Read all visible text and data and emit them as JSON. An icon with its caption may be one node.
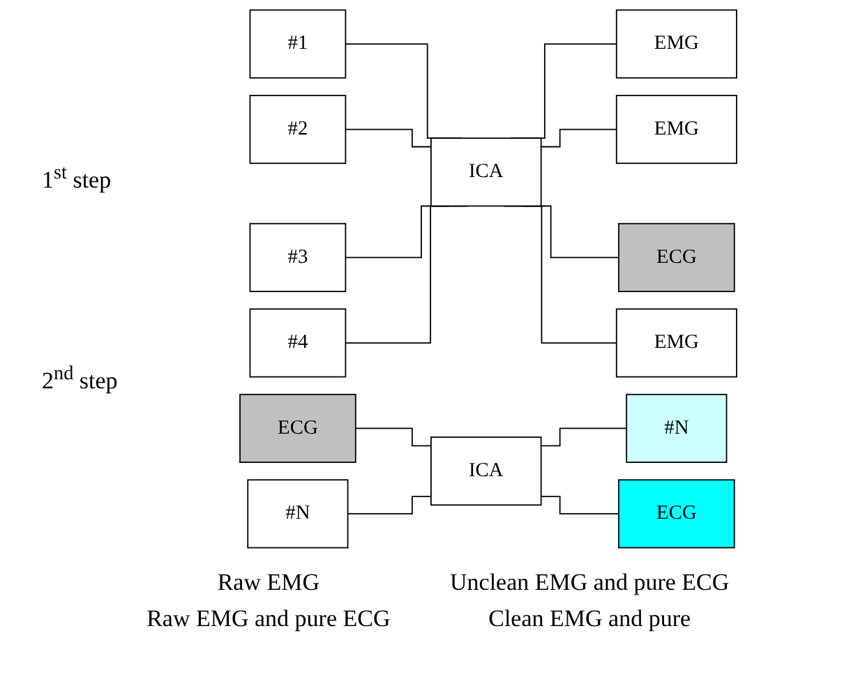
{
  "diagram": {
    "nodes": [
      {
        "text": [
          "#1"
        ]
      },
      {
        "text": [
          "#2"
        ]
      },
      {
        "text": [
          "#3"
        ]
      },
      {
        "text": [
          "#4"
        ]
      },
      {
        "text": [
          "ICA"
        ]
      },
      {
        "text": [
          "EMG"
        ]
      },
      {
        "text": [
          "EMG"
        ]
      },
      {
        "text": [
          "ECG"
        ]
      },
      {
        "text": [
          "EMG"
        ]
      },
      {
        "text": [
          "ECG"
        ]
      },
      {
        "text": [
          "#N"
        ]
      },
      {
        "text": [
          "ICA"
        ]
      },
      {
        "text": [
          "#N"
        ]
      },
      {
        "text": [
          "ECG"
        ]
      }
    ],
    "edges": [
      {
        "from": 0,
        "to": 4,
        "arrow": "none"
      },
      {
        "from": 1,
        "to": 4,
        "arrow": "none"
      },
      {
        "from": 2,
        "to": 4,
        "arrow": "none"
      },
      {
        "from": 3,
        "to": 4,
        "arrow": "none"
      },
      {
        "from": 4,
        "to": 5,
        "arrow": "none"
      },
      {
        "from": 4,
        "to": 6,
        "arrow": "none"
      },
      {
        "from": 4,
        "to": 7,
        "arrow": "none"
      },
      {
        "from": 4,
        "to": 8,
        "arrow": "none"
      },
      {
        "from": 9,
        "to": 11,
        "arrow": "none"
      },
      {
        "from": 10,
        "to": 11,
        "arrow": "none"
      },
      {
        "from": 11,
        "to": 12,
        "arrow": "none"
      },
      {
        "from": 11,
        "to": 13,
        "arrow": "none"
      }
    ],
    "labels": [
      "1$^{st}$ step",
      "Raw EMG",
      "Unclean EMG and pure ECG",
      "2$^{nd}$ step",
      "Raw EMG and pure ECG",
      "Clean EMG and pure"
    ]
  }
}
